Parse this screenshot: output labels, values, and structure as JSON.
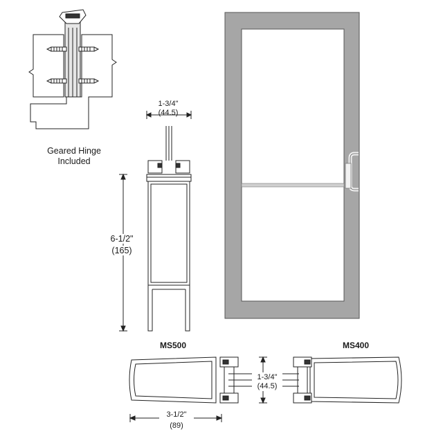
{
  "labels": {
    "hinge_caption_line1": "Geared Hinge",
    "hinge_caption_line2": "Included",
    "top_width_fraction": "1-3/4\"",
    "top_width_metric": "(44.5)",
    "height_fraction": "6-1/2\"",
    "height_metric": "(165)",
    "depth_fraction": "1-3/4\"",
    "depth_metric": "(44.5)",
    "bottom_width_fraction": "3-1/2\"",
    "bottom_width_metric": "(89)",
    "left_stile_model": "MS500",
    "right_stile_model": "MS400"
  },
  "colors": {
    "door_frame": "#a6a6a6",
    "door_glass": "#ffffff",
    "line": "#222222"
  }
}
